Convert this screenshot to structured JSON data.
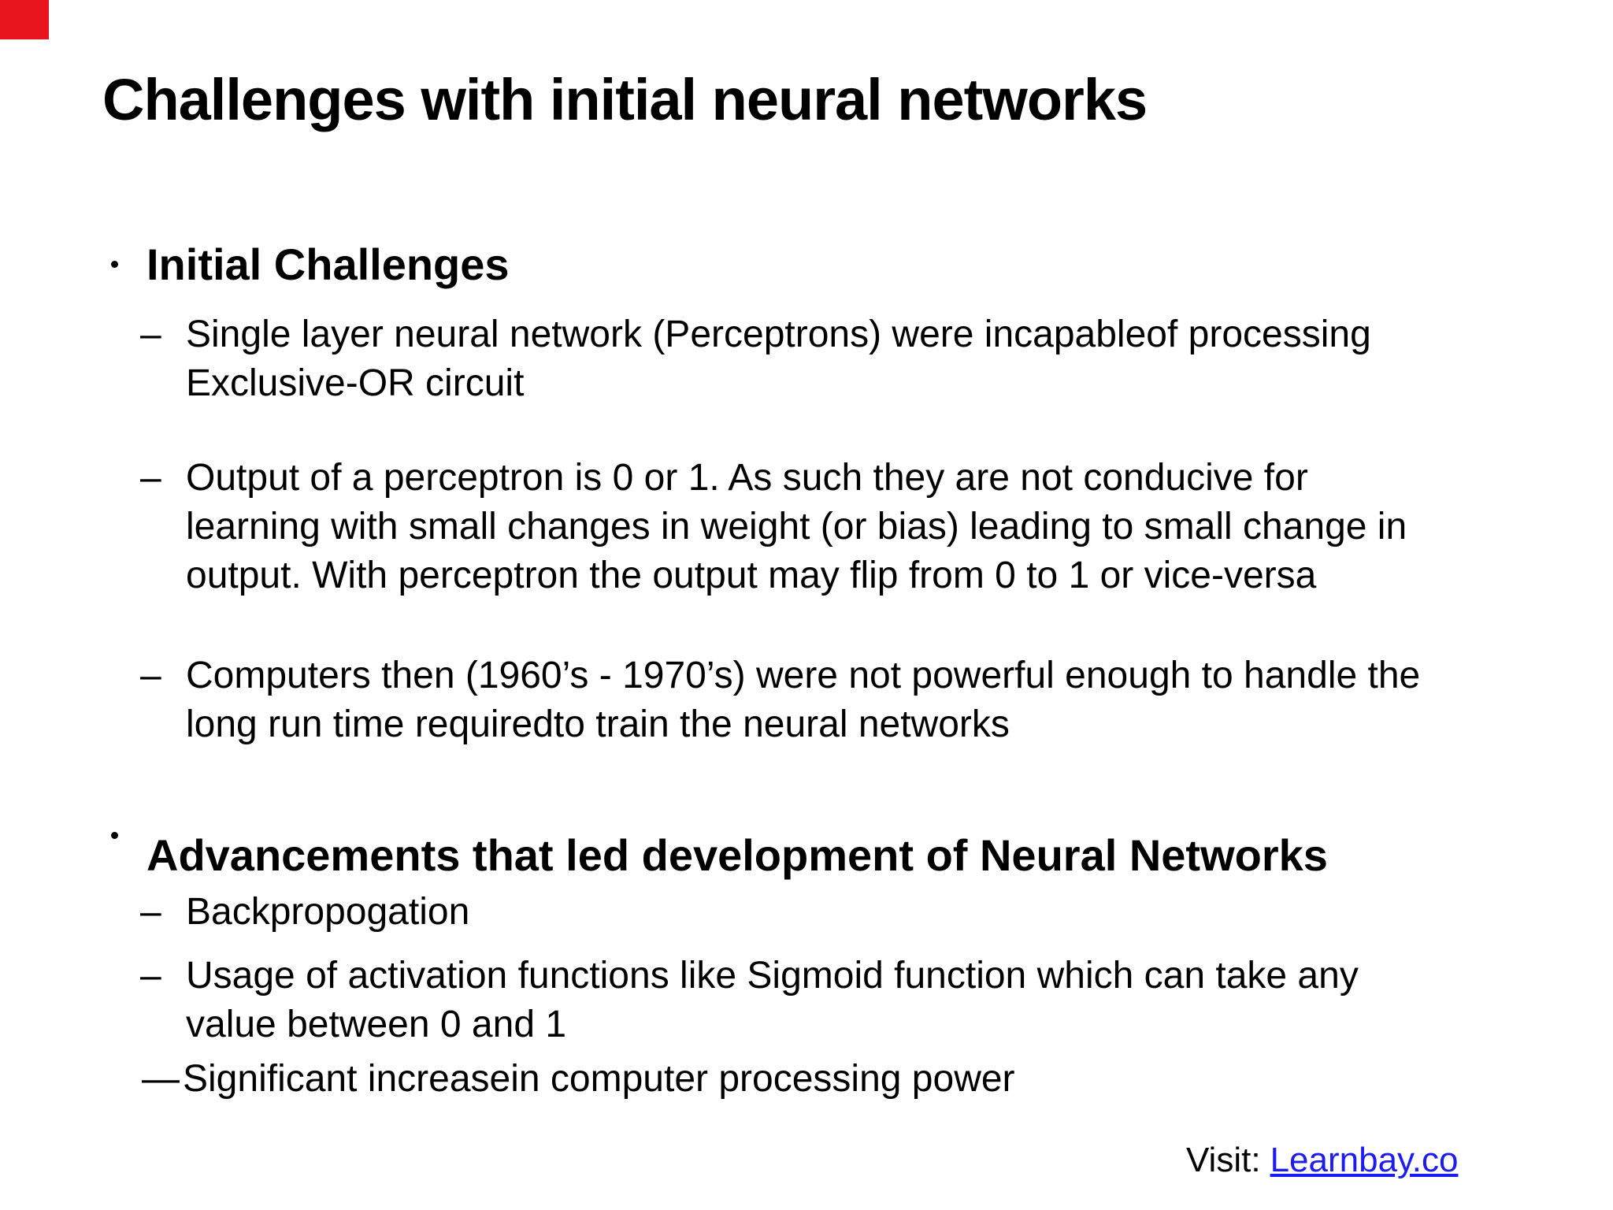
{
  "slide": {
    "title": "Challenges with initial neural networks",
    "colors": {
      "background": "#ffffff",
      "text": "#000000",
      "link": "#1c1cf0",
      "corner_marker": "#e8151c"
    },
    "corner_marker": "red-rectangle",
    "sections": [
      {
        "heading": "Initial Challenges",
        "bullets": [
          {
            "dash": "–",
            "lines": [
              "Single layer neural network (Perceptrons) were incapableof processing",
              "Exclusive-OR circuit"
            ]
          },
          {
            "dash": "–",
            "lines": [
              "Output of a perceptron is 0 or 1. As such they are not conducive for",
              "learning with small changes in weight (or bias) leading to small change in",
              "output. With perceptron the output may flip from 0 to 1 or vice-versa"
            ]
          },
          {
            "dash": "–",
            "lines": [
              "Computers then (1960’s - 1970’s) were not powerful enough to handle the",
              "long run time requiredto train the neural networks"
            ]
          }
        ]
      },
      {
        "heading": "Advancements that led development of Neural Networks",
        "bullets": [
          {
            "dash": "–",
            "lines": [
              "Backpropogation"
            ]
          },
          {
            "dash": "–",
            "lines": [
              "Usage of activation functions like Sigmoid function which can take any",
              "value between 0 and 1"
            ]
          },
          {
            "dash": "—",
            "lines": [
              "Significant increasein computer processing power"
            ]
          }
        ]
      }
    ],
    "footer": {
      "visit_label": "Visit:",
      "link_text": "Learnbay.co"
    }
  }
}
